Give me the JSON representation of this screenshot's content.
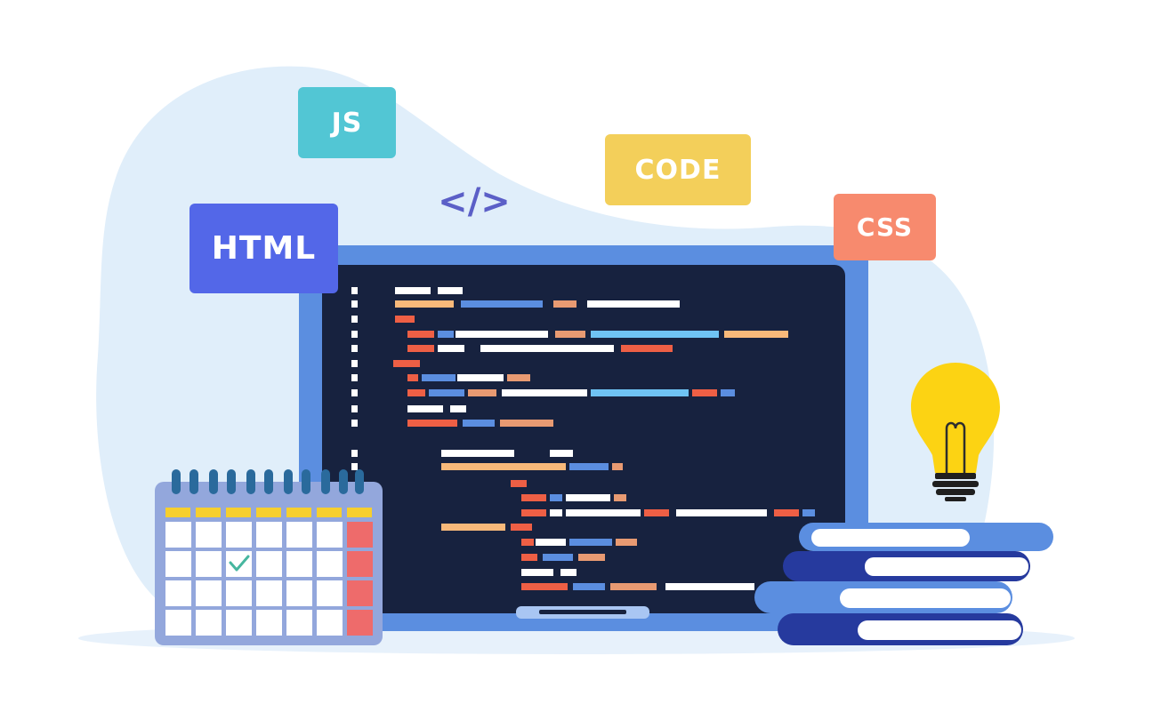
{
  "labels": {
    "js": "JS",
    "code": "CODE",
    "html": "HTML",
    "css": "CSS",
    "code_symbol": "</>"
  },
  "colors": {
    "js": "#52c6d4",
    "code": "#f3cf5a",
    "html": "#5367e8",
    "css": "#f78a6e",
    "symbol": "#5b5fc7",
    "blob": "#dfeffa",
    "laptop_frame": "#5b8ee0",
    "screen": "#17223f",
    "bulb": "#fcd313",
    "calendar_frame": "#93a7dc",
    "calendar_rings": "#2a6a9c",
    "calendar_header": "#f6cf2e",
    "calendar_weekend": "#ee6b6b",
    "checkmark": "#46b69f",
    "book_light": "#5b8ee0",
    "book_dark": "#263a9e"
  },
  "icons": [
    "laptop-icon",
    "lightbulb-icon",
    "calendar-icon",
    "books-icon",
    "checkmark-icon"
  ]
}
